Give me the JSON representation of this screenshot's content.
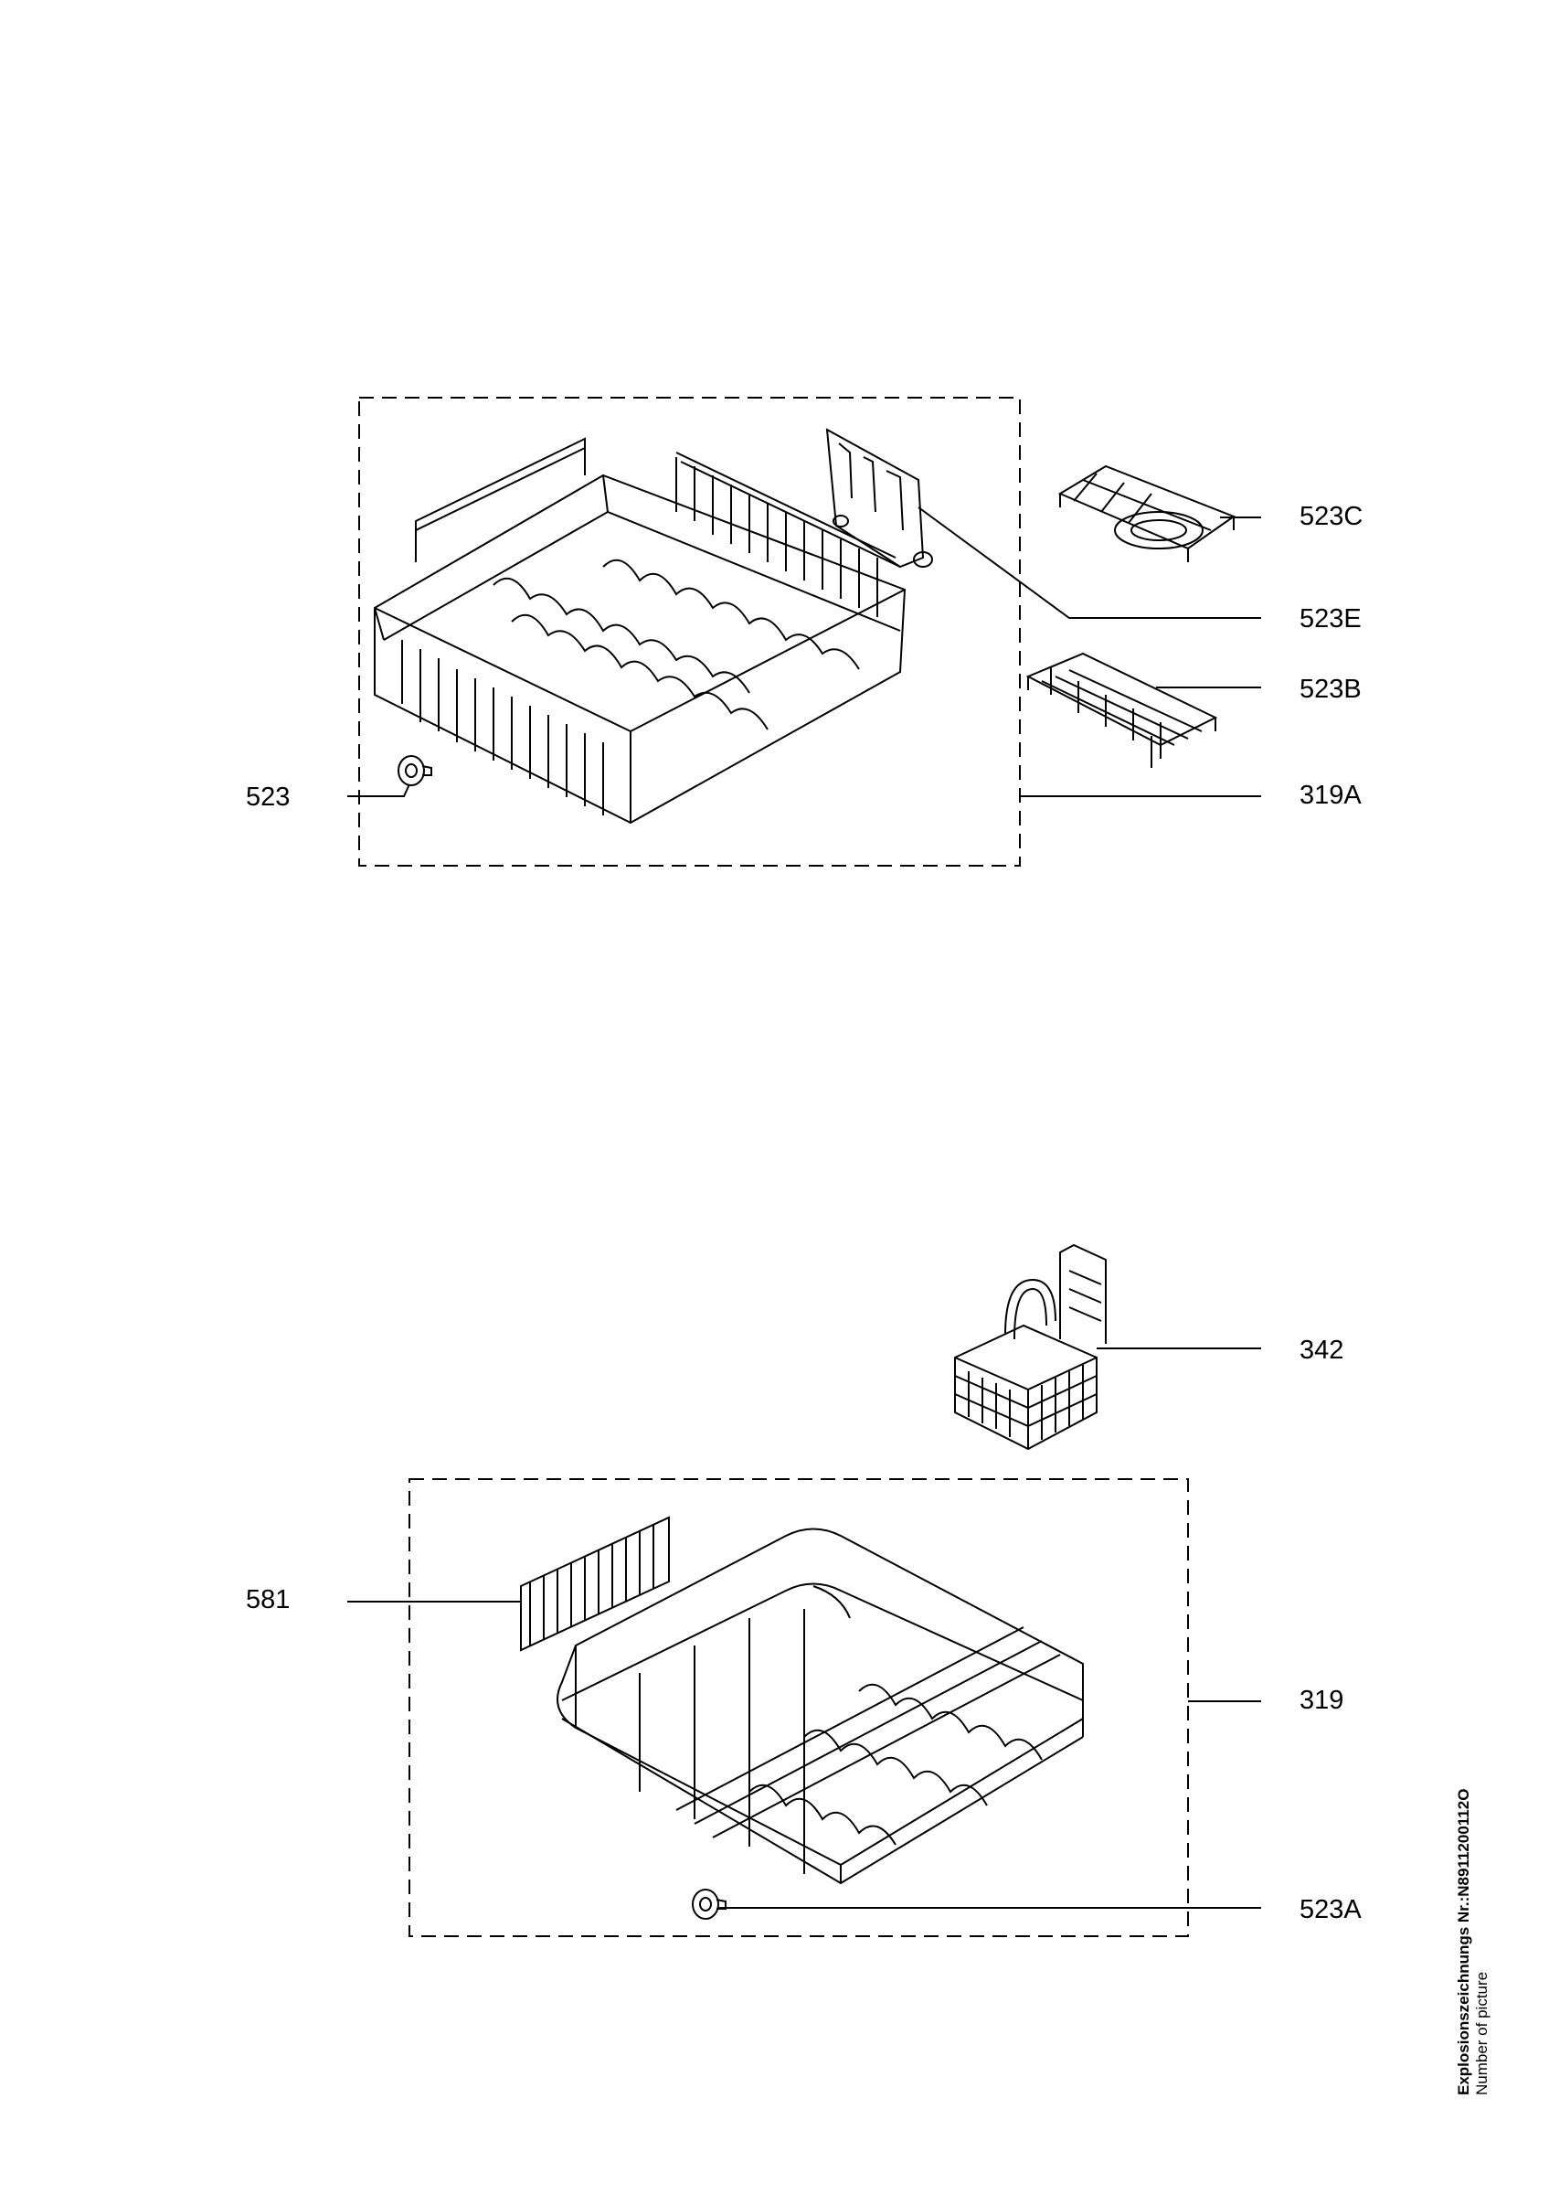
{
  "callouts": {
    "p523C": "523C",
    "p523E": "523E",
    "p523B": "523B",
    "p523": "523",
    "p319A": "319A",
    "p342": "342",
    "p581": "581",
    "p319": "319",
    "p523A": "523A"
  },
  "picture_number": {
    "label": "Explosionszeichnungs Nr.:N8911200112O",
    "sublabel": "Number of picture"
  },
  "colors": {
    "ink": "#000000",
    "paper": "#ffffff"
  }
}
